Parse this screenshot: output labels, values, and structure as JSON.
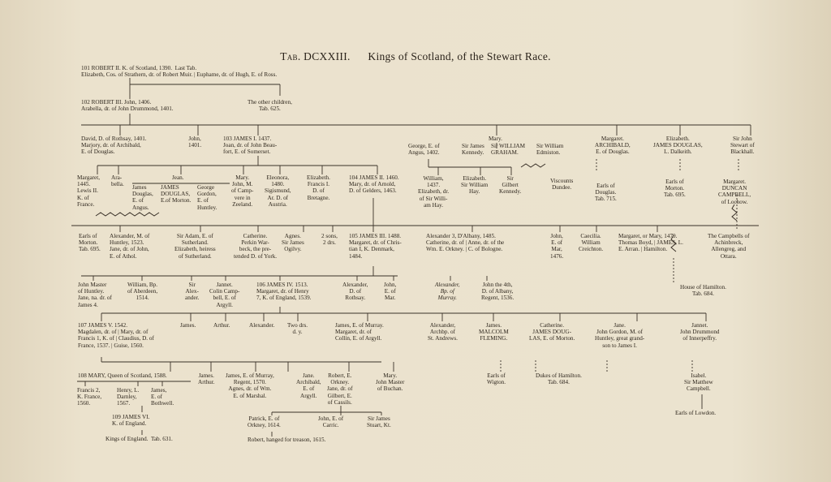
{
  "title": {
    "tab": "Tab. DCXXIII.",
    "text": "Kings of Scotland, of the Stewart Race."
  },
  "nodes": [
    {
      "id": "robert2",
      "lines": [
        "101 ROBERT II. K. of Scotland, 1390.  Last Tab.",
        "Elizabeth, Cos. of Strathern, dr. of Robert Muir. | Euphame, dr. of Hugh, E. of Ross."
      ]
    },
    {
      "id": "robert3",
      "lines": [
        "102 ROBERT III. John, 1406.",
        "Arabella, dr. of John Drummond, 1401."
      ]
    },
    {
      "id": "other-children",
      "lines": [
        "The other children,",
        "Tab. 625."
      ]
    },
    {
      "id": "david",
      "lines": [
        "David, D. of Rothsay, 1401.",
        "Marjory, dr. of Archibald,",
        "E. of Douglas."
      ]
    },
    {
      "id": "john-1401",
      "lines": [
        "John,",
        "1401."
      ]
    },
    {
      "id": "james1",
      "lines": [
        "103 JAMES I. 1437.",
        "Joan, dr. of John Beau-",
        "fort, E. of Somerset."
      ]
    },
    {
      "id": "mary-top",
      "lines": [
        "Mary."
      ]
    },
    {
      "id": "george-angus",
      "lines": [
        "George, E. of",
        "Angus, 1402."
      ]
    },
    {
      "id": "sir-james-kennedy",
      "lines": [
        "Sir James",
        "Kennedy."
      ]
    },
    {
      "id": "sir-william-graham",
      "lines": [
        "Sir WILLIAM",
        "GRAHAM."
      ]
    },
    {
      "id": "sir-william-edmiston",
      "lines": [
        "Sir William",
        "Edmiston."
      ]
    },
    {
      "id": "margaret-top",
      "lines": [
        "Margaret.",
        "ARCHIBALD,",
        "E. of Douglas."
      ]
    },
    {
      "id": "elizabeth-top",
      "lines": [
        "Elizabeth.",
        "JAMES DOUGLAS,",
        "L. Dalkeith."
      ]
    },
    {
      "id": "sir-john-stewart",
      "lines": [
        "Sir John",
        "Stewart of",
        "Blackhall."
      ]
    },
    {
      "id": "margaret-1445",
      "lines": [
        "Margaret,",
        "1445.",
        "Lewis II.",
        "K. of",
        "France."
      ]
    },
    {
      "id": "arabella",
      "lines": [
        "Ara-",
        "bella."
      ]
    },
    {
      "id": "jean",
      "lines": [
        "Jean."
      ]
    },
    {
      "id": "james-douglas-angus",
      "lines": [
        "James",
        "Douglas,",
        "E. of",
        "Angus."
      ]
    },
    {
      "id": "james-douglas-morton",
      "lines": [
        "JAMES",
        "DOUGLAS,",
        "E.of Morton."
      ]
    },
    {
      "id": "george-gordon",
      "lines": [
        "George",
        "Gordon,",
        "E. of",
        "Huntley."
      ]
    },
    {
      "id": "mary-2",
      "lines": [
        "Mary.",
        "John, M.",
        "of Camp-",
        "vere in",
        "Zeeland."
      ]
    },
    {
      "id": "eleonora",
      "lines": [
        "Eleonora,",
        "1480.",
        "Sigismund,",
        "Ar. D. of",
        "Austria."
      ]
    },
    {
      "id": "elizabeth-2",
      "lines": [
        "Elizabeth.",
        "Francis I.",
        "D. of",
        "Bretagne."
      ]
    },
    {
      "id": "james2",
      "lines": [
        "104 JAMES II. 1460.",
        "Mary, dr. of Arnold,",
        "D. of Gelders, 1463."
      ]
    },
    {
      "id": "william-1437",
      "lines": [
        "William,",
        "1437.",
        "Elizabeth, dr.",
        "of Sir Willi-",
        "am Hay."
      ]
    },
    {
      "id": "elizabeth-3",
      "lines": [
        "Elizabeth.",
        "Sir William",
        "Hay."
      ]
    },
    {
      "id": "sir-gilbert",
      "lines": [
        "Sir",
        "Gilbert",
        "Kennedy."
      ]
    },
    {
      "id": "viscounts-dundee",
      "lines": [
        "Viscounts",
        "Dundee."
      ]
    },
    {
      "id": "earls-douglas",
      "lines": [
        "Earls of",
        "Douglas.",
        "Tab. 715."
      ]
    },
    {
      "id": "earls-morton-right",
      "lines": [
        "Earls of",
        "Morton.",
        "Tab. 695."
      ]
    },
    {
      "id": "margaret-duncan",
      "lines": [
        "Margaret.",
        "DUNCAN",
        "CAMPBELL,",
        "of Lochow."
      ]
    },
    {
      "id": "earls-morton-left",
      "lines": [
        "Earls of",
        "Morton.",
        "Tab. 695."
      ]
    },
    {
      "id": "alexander-huntley",
      "lines": [
        "Alexander, M. of",
        "Huntley, 1523.",
        "Jane, dr. of John,",
        "E. of Athol."
      ]
    },
    {
      "id": "sir-adam",
      "lines": [
        "Sir Adam, E. of",
        "Sutherland.",
        "Elizabeth, heiress",
        "of Sutherland."
      ]
    },
    {
      "id": "catherine",
      "lines": [
        "Catherine.",
        "Perkin War-",
        "beck, the pre-",
        "tended D. of York."
      ]
    },
    {
      "id": "agnes",
      "lines": [
        "Agnes.",
        "Sir James",
        "Ogilvy."
      ]
    },
    {
      "id": "two-sons",
      "lines": [
        "2 sons,",
        "2 drs."
      ]
    },
    {
      "id": "james3",
      "lines": [
        "105 JAMES III. 1488.",
        "Margaret, dr. of Chris-",
        "tian I, K. Denmark,",
        "1484."
      ]
    },
    {
      "id": "alexander-albany",
      "lines": [
        "Alexander 3, D'Albany, 1485.",
        "Catherine, dr. of | Anne, dr. of the",
        "Wm. E. Orkney. | C. of Bologne."
      ]
    },
    {
      "id": "john-mar",
      "lines": [
        "John,",
        "E. of",
        "Mar,",
        "1476."
      ]
    },
    {
      "id": "caecilia",
      "lines": [
        "Caecilia.",
        "William",
        "Creichton."
      ]
    },
    {
      "id": "margaret-mary",
      "lines": [
        "Margaret, or Mary, 1479.",
        "Thomas Boyd, | JAMES, L.",
        "E. Arran. | Hamilton."
      ]
    },
    {
      "id": "campbells",
      "lines": [
        "The Campbells of",
        "Achinbreck,",
        "Allengreg, and",
        "Ottara."
      ]
    },
    {
      "id": "john-master-huntley",
      "lines": [
        "John Master",
        "of Huntley.",
        "Jane, na. dr. of",
        "James 4."
      ]
    },
    {
      "id": "william-bp",
      "lines": [
        "William, Bp.",
        "of Aberdeen,",
        "1514."
      ]
    },
    {
      "id": "sir-alexander",
      "lines": [
        "Sir",
        "Alex-",
        "ander."
      ]
    },
    {
      "id": "jannet-1",
      "lines": [
        "Jannet.",
        "Colin Camp-",
        "bell, E. of",
        "Argyll."
      ]
    },
    {
      "id": "james4",
      "lines": [
        "106 JAMES IV. 1513.",
        "Margaret, dr. of Henry",
        "7, K. of England, 1539."
      ]
    },
    {
      "id": "alexander-rothsay",
      "lines": [
        "Alexander,",
        "D. of",
        "Rothsay."
      ]
    },
    {
      "id": "john-mar-2",
      "lines": [
        "John,",
        "E. of",
        "Mar."
      ]
    },
    {
      "id": "alexander-bp-murray",
      "lines": [
        "Alexander,",
        "Bp. of",
        "Murray."
      ]
    },
    {
      "id": "john-4th",
      "lines": [
        "John the 4th,",
        "D. of Albany,",
        "Regent, 1536."
      ]
    },
    {
      "id": "house-hamilton",
      "lines": [
        "House of Hamilton.",
        "Tab. 684."
      ]
    },
    {
      "id": "james5",
      "lines": [
        "107 JAMES V. 1542.",
        "Magdalen, dr. of | Mary, dr. of",
        "Francis 1, K. of | Claudius, D. of",
        "France, 1537. | Guise, 1560."
      ]
    },
    {
      "id": "james-r4",
      "lines": [
        "James."
      ]
    },
    {
      "id": "arthur-r4",
      "lines": [
        "Arthur."
      ]
    },
    {
      "id": "alexander-r4",
      "lines": [
        "Alexander."
      ]
    },
    {
      "id": "two-drs",
      "lines": [
        "Two drs.",
        "d. y."
      ]
    },
    {
      "id": "james-murray",
      "lines": [
        "James, E. of Murray.",
        "Margaret, dr. of",
        "Collin, E. of Argyll."
      ]
    },
    {
      "id": "alexander-archbp",
      "lines": [
        "Alexander,",
        "Archbp. of",
        "St. Andrews."
      ]
    },
    {
      "id": "james-fleming",
      "lines": [
        "James.",
        "MALCOLM",
        "FLEMING."
      ]
    },
    {
      "id": "catherine-morton",
      "lines": [
        "Catherine.",
        "JAMES DOUG-",
        "LAS, E. of Morton."
      ]
    },
    {
      "id": "jane-gordon",
      "lines": [
        "Jane.",
        "John Gordon, M. of",
        "Huntley, great grand-",
        "son to James I."
      ]
    },
    {
      "id": "jannet-drummond",
      "lines": [
        "Jannet.",
        "John Drummond",
        "of Innerpeffry."
      ]
    },
    {
      "id": "mary-queen",
      "lines": [
        "108 MARY, Queen of Scotland, 1588."
      ]
    },
    {
      "id": "francis2",
      "lines": [
        "Francis 2,",
        "K. France,",
        "1560."
      ]
    },
    {
      "id": "henry-darnley",
      "lines": [
        "Henry, L.",
        "Darnley,",
        "1567."
      ]
    },
    {
      "id": "james-bothwell",
      "lines": [
        "James,",
        "E. of",
        "Bothwell."
      ]
    },
    {
      "id": "james-arthur",
      "lines": [
        "James.",
        "Arthur."
      ]
    },
    {
      "id": "james-murray-regent",
      "lines": [
        "James, E. of Murray,",
        "Regent, 1570.",
        "Agnes, dr. of Wm.",
        "E. of Marshal."
      ]
    },
    {
      "id": "jane-argyll",
      "lines": [
        "Jane.",
        "Archibald,",
        "E. of",
        "Argyll."
      ]
    },
    {
      "id": "robert-orkney",
      "lines": [
        "Robert, E.",
        "Orkney.",
        "Jane, dr. of",
        "Gilbert, E.",
        "of Cassils."
      ]
    },
    {
      "id": "mary-buchan",
      "lines": [
        "Mary.",
        "John Master",
        "of Buchan."
      ]
    },
    {
      "id": "earls-wigton",
      "lines": [
        "Earls of",
        "Wigton."
      ]
    },
    {
      "id": "dukes-hamilton",
      "lines": [
        "Dukes of Hamilton.",
        "Tab. 684."
      ]
    },
    {
      "id": "isabel",
      "lines": [
        "Isabel.",
        "Sir Matthew",
        "Campbell."
      ]
    },
    {
      "id": "james6",
      "lines": [
        "109 JAMES VI.",
        "K. of England."
      ]
    },
    {
      "id": "patrick-orkney",
      "lines": [
        "Patrick, E. of",
        "Orkney, 1614."
      ]
    },
    {
      "id": "john-carric",
      "lines": [
        "John, E. of",
        "Carric."
      ]
    },
    {
      "id": "sir-james-stuart",
      "lines": [
        "Sir James",
        "Stuart, Kt."
      ]
    },
    {
      "id": "earls-lowdon",
      "lines": [
        "Earls of Lowdon."
      ]
    },
    {
      "id": "kings-england",
      "lines": [
        "Kings of England.  Tab. 631."
      ]
    },
    {
      "id": "robert-hanged",
      "lines": [
        "Robert, hanged for treason, 1615."
      ]
    }
  ],
  "colors": {
    "paper": "#ebe2cd",
    "ink": "#2e261d",
    "line": "#3a3128"
  }
}
